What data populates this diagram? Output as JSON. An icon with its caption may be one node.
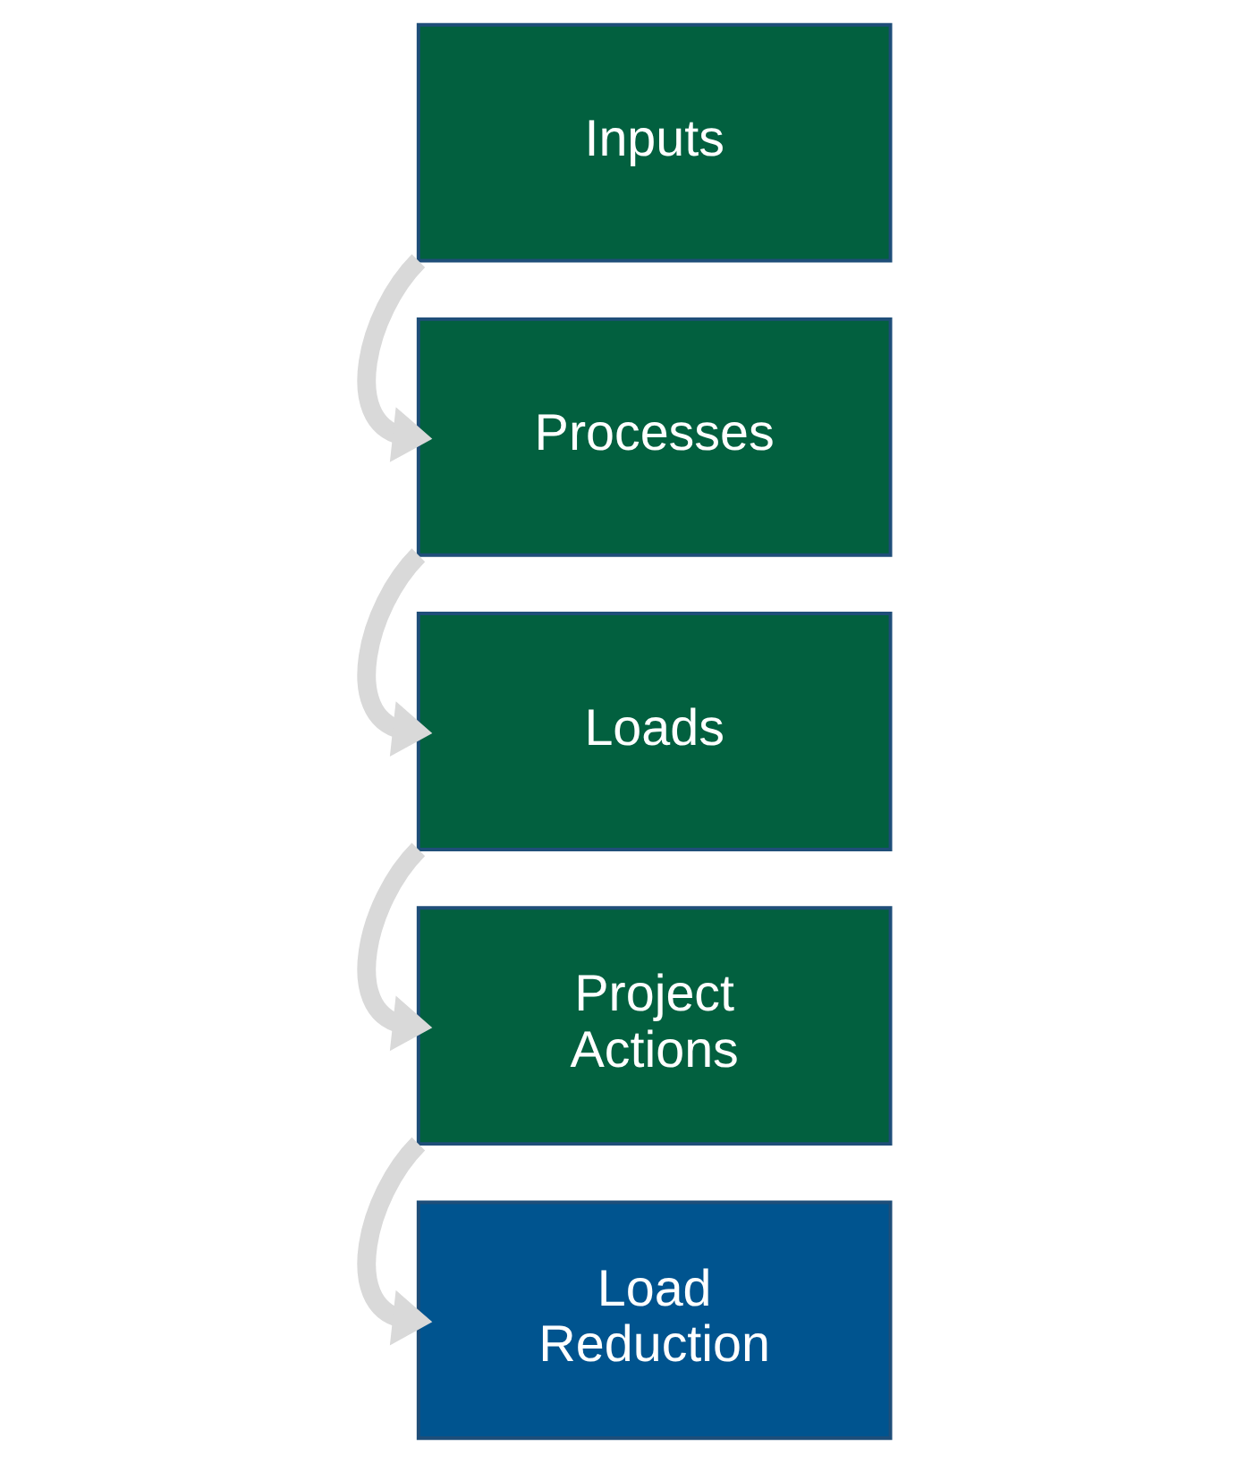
{
  "diagram": {
    "nodes": [
      {
        "text": [
          "Inputs"
        ]
      },
      {
        "text": [
          "Processes"
        ]
      },
      {
        "text": [
          "Loads"
        ]
      },
      {
        "text": [
          "Project Actions"
        ]
      },
      {
        "text": [
          "Load Reduction"
        ]
      }
    ],
    "edges": [
      {
        "from": 0,
        "to": 1,
        "arrow": "to"
      },
      {
        "from": 1,
        "to": 2,
        "arrow": "to"
      },
      {
        "from": 2,
        "to": 3,
        "arrow": "to"
      },
      {
        "from": 3,
        "to": 4,
        "arrow": "to"
      }
    ]
  }
}
